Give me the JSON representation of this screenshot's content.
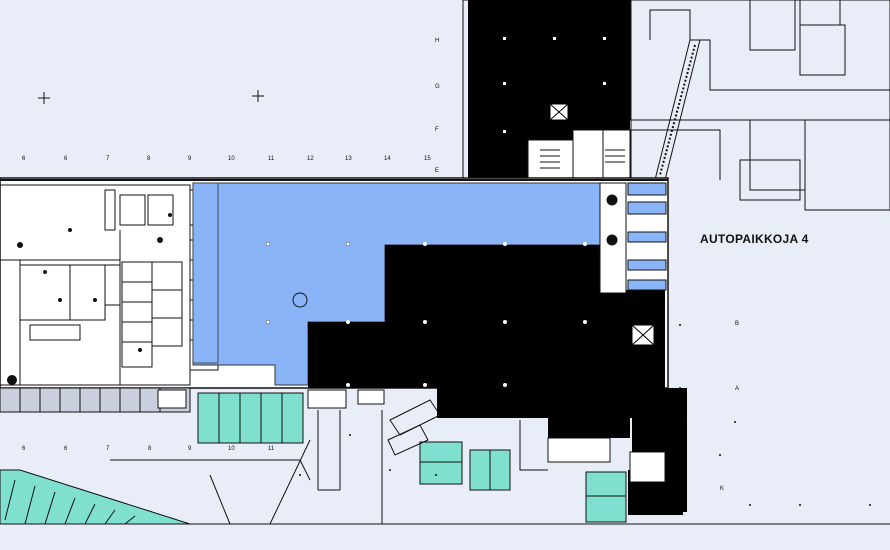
{
  "map": {
    "area_label": "AUTOPAIKKOJA 4",
    "column_numbers_top": [
      "6",
      "6",
      "7",
      "8",
      "9",
      "10",
      "11",
      "12",
      "13",
      "14",
      "15"
    ],
    "column_numbers_bottom": [
      "6",
      "6",
      "7",
      "8",
      "9",
      "10",
      "11"
    ],
    "row_letters_upper": [
      "H",
      "G",
      "F",
      "E"
    ],
    "row_letters_right": [
      "B",
      "A",
      "K"
    ],
    "colors": {
      "background": "#e9edf8",
      "highlight_area": "#8ab4f8",
      "occupied_area": "#000000",
      "parking_spaces": "#7fe0d0",
      "lines": "#111111"
    },
    "icons": [
      "crosshair-icon",
      "elevator-icon",
      "stairs-icon",
      "door-icon"
    ]
  }
}
